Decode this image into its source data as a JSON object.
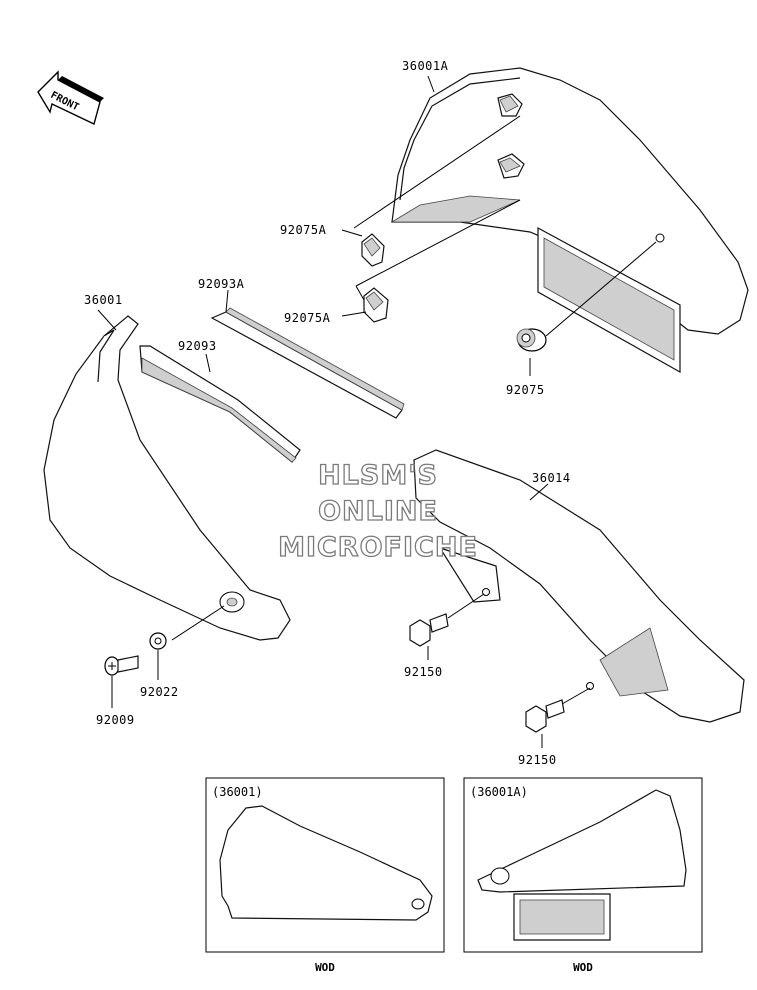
{
  "front_indicator": {
    "label": "FRONT"
  },
  "watermark": {
    "line1": "HLSM'S",
    "line2": "ONLINE",
    "line3": "MICROFICHE"
  },
  "parts": {
    "cover_right": "36001A",
    "cover_left": "36001",
    "chain_cover": "36014",
    "clip_upper": "92075A",
    "clip_lower": "92075A",
    "grommet": "92075",
    "pad_a": "92093A",
    "pad": "92093",
    "washer": "92022",
    "screw": "92009",
    "bolt_upper": "92150",
    "bolt_lower": "92150"
  },
  "insets": [
    {
      "label": "(36001)",
      "caption": "WOD"
    },
    {
      "label": "(36001A)",
      "caption": "WOD"
    }
  ]
}
